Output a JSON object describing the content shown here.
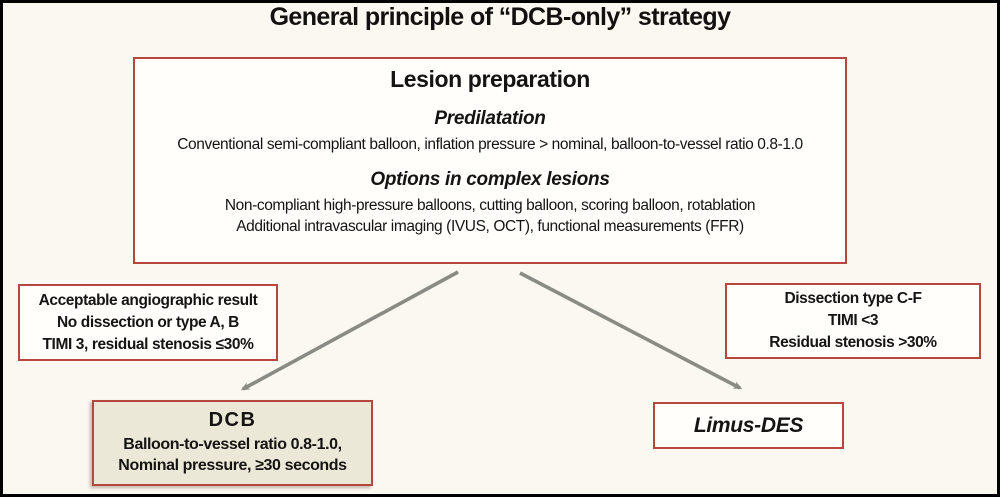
{
  "page": {
    "title": "General principle of “DCB-only” strategy"
  },
  "lesion_preparation": {
    "heading": "Lesion preparation",
    "predilatation": {
      "heading": "Predilatation",
      "line1": "Conventional semi-compliant balloon, inflation pressure > nominal, balloon-to-vessel ratio 0.8-1.0"
    },
    "complex_options": {
      "heading": "Options in complex lesions",
      "line1": "Non-compliant high-pressure balloons, cutting balloon, scoring balloon, rotablation",
      "line2": "Additional intravascular imaging (IVUS, OCT), functional measurements (FFR)"
    }
  },
  "acceptable_result": {
    "line1": "Acceptable angiographic result",
    "line2": "No dissection or type A, B",
    "line3": "TIMI 3, residual stenosis ≤30%"
  },
  "dissection_result": {
    "line1": "Dissection type C-F",
    "line2": "TIMI <3",
    "line3": "Residual stenosis >30%"
  },
  "dcb": {
    "heading": "DCB",
    "line1": "Balloon-to-vessel ratio 0.8-1.0,",
    "line2": "Nominal pressure, ≥30 seconds"
  },
  "limus_des": {
    "heading": "Limus-DES"
  },
  "colors": {
    "frame": "#000000",
    "page_background": "#faf8f1",
    "box_background": "#fffefb",
    "box_border_red": "#b7463f",
    "dcb_background": "#ece8d8",
    "arrow_gray": "#8b8b86",
    "text": "#151412"
  }
}
